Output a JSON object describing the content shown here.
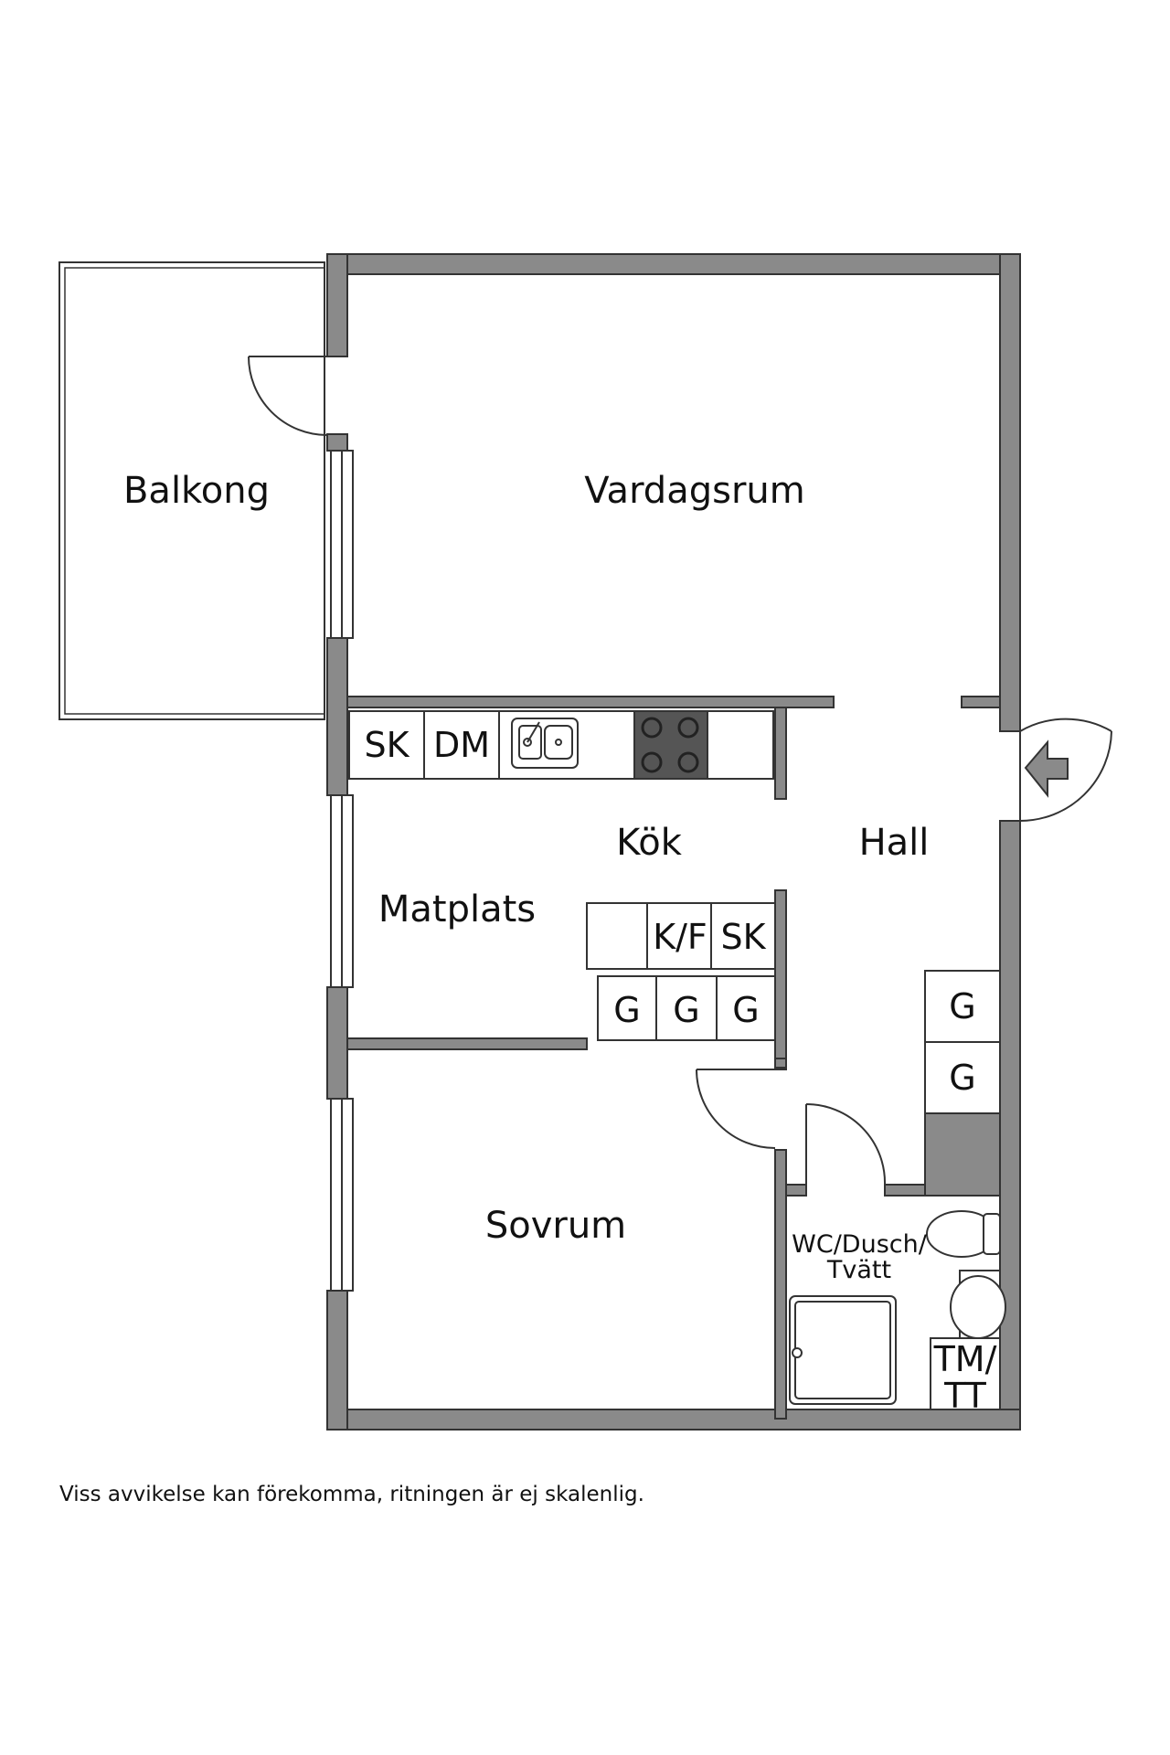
{
  "rooms": {
    "balkong": "Balkong",
    "vardagsrum": "Vardagsrum",
    "kok": "Kök",
    "hall": "Hall",
    "matplats": "Matplats",
    "sovrum": "Sovrum",
    "bath_line1": "WC/Dusch/",
    "bath_line2": "Tvätt"
  },
  "fixtures": {
    "sk_top": "SK",
    "dm": "DM",
    "kf": "K/F",
    "sk_bottom": "SK",
    "g1": "G",
    "g2": "G",
    "g3": "G",
    "hall_g1": "G",
    "hall_g2": "G",
    "tm_line1": "TM/",
    "tm_line2": "TT"
  },
  "icons": [
    "entrance-arrow-icon",
    "sink-icon",
    "stove-icon",
    "toilet-icon",
    "washbasin-icon",
    "shower-icon"
  ],
  "colors": {
    "wall": "#8a8a8a",
    "stove": "#555555"
  },
  "disclaimer": "Viss avvikelse kan förekomma, ritningen är ej skalenlig."
}
